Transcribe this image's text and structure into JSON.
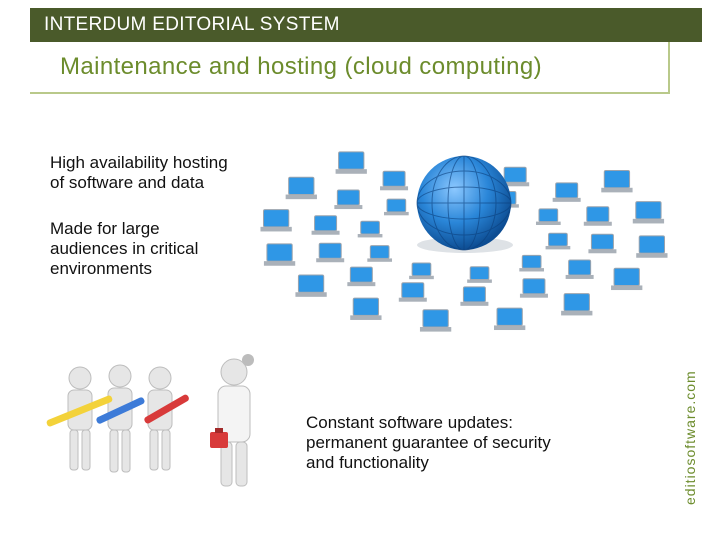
{
  "header": {
    "brand": "INTERDUM EDITORIAL SYSTEM",
    "subtitle": "Maintenance and hosting (cloud computing)"
  },
  "content": {
    "point_hosting": "High availability hosting\nof software and data",
    "point_audiences": "Made for large\naudiences in critical\nenvironments",
    "point_updates": "Constant software updates:\npermanent guarantee of security\nand functionality"
  },
  "watermark": "editiosoftware.com",
  "icons": {
    "network": "globe-network-icon",
    "maintenance": "maintenance-figures-icon"
  },
  "colors": {
    "header_bg": "#4a5a2a",
    "accent_green": "#6c8c2c",
    "globe_blue": "#2a86d8"
  }
}
